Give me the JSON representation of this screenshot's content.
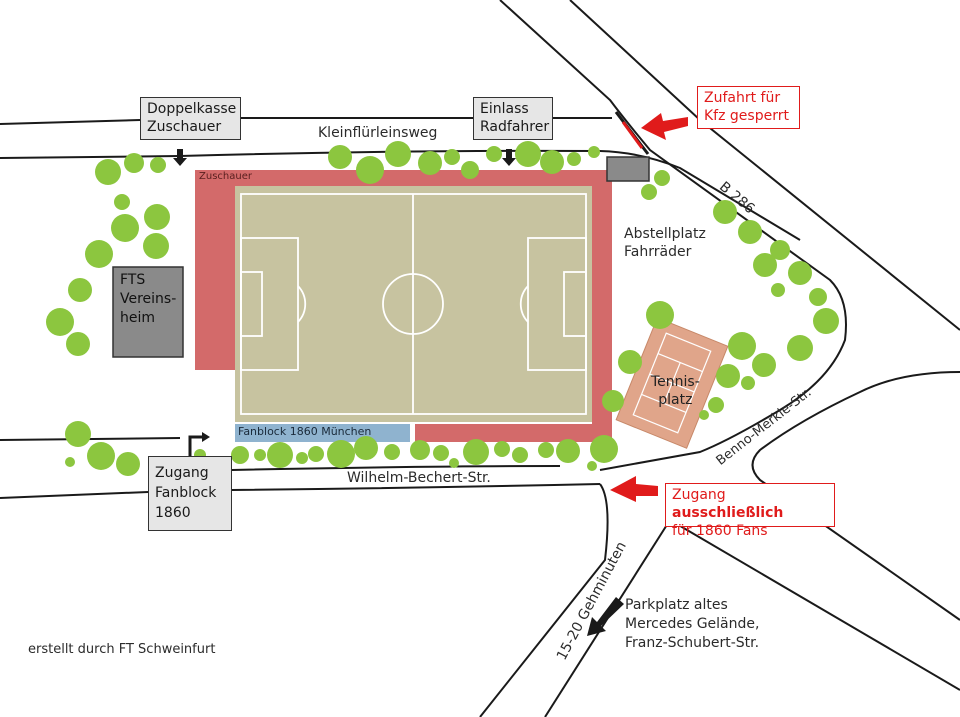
{
  "labels": {
    "doppelkasse": "Doppelkasse\nZuschauer",
    "einlass": "Einlass\nRadfahrer",
    "zufahrt": "Zufahrt für\nKfz gesperrt",
    "kleinfluerleinsweg": "Kleinflürleinsweg",
    "b286": "B 286",
    "zuschauer": "Zuschauer",
    "abstellplatz": "Abstellplatz\nFahrräder",
    "fts_vereinsheim": "FTS\nVereins-\nheim",
    "tennisplatz": "Tennis-\nplatz",
    "fanblock": "Fanblock 1860 München",
    "benno_merkle": "Benno-Merkle-Str.",
    "wilhelm_bechert": "Wilhelm-Bechert-Str.",
    "zugang_fanblock": "Zugang\nFanblock\n1860",
    "zugang_prefix": "Zugang ",
    "zugang_bold": "ausschließlich",
    "zugang_suffix": "für 1860 Fans",
    "gehminuten": "15-20 Gehminuten",
    "parkplatz": "Parkplatz altes\nMercedes Gelände,\nFranz-Schubert-Str.",
    "credit": "erstellt durch FT Schweinfurt"
  },
  "colors": {
    "road_line": "#1a1a1a",
    "pitch": "#c7c3a0",
    "stand": "#d36a6a",
    "fanblock": "#8fb3cf",
    "tree": "#8cc63f",
    "building": "#8a8a8a",
    "tennis": "#e0a58a",
    "alert": "#e01b1b"
  }
}
